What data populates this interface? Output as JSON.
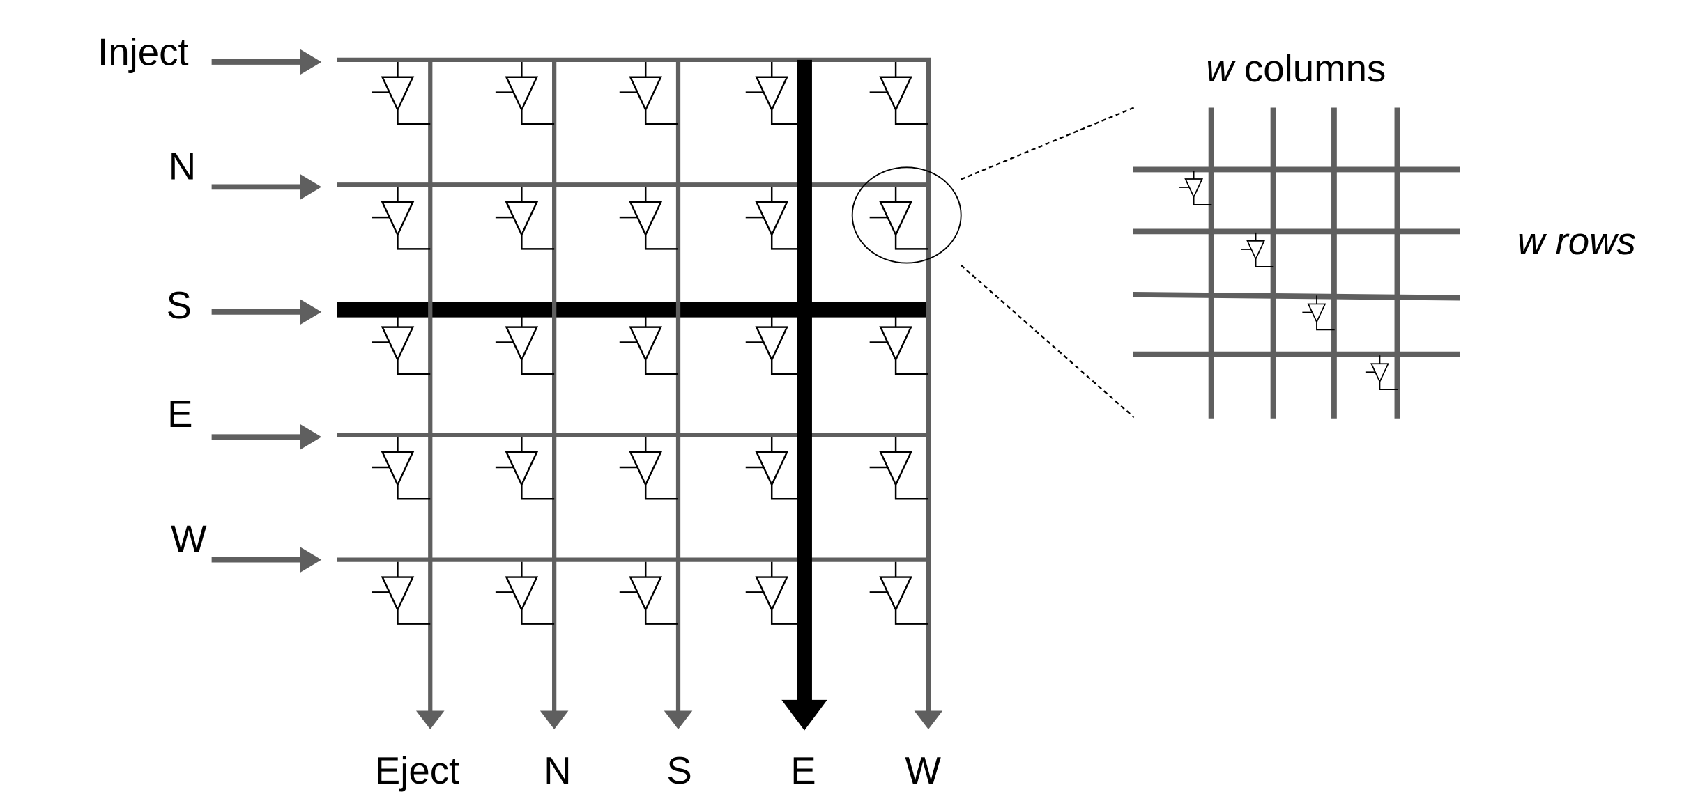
{
  "input_labels": [
    "Inject",
    "N",
    "S",
    "E",
    "W"
  ],
  "output_labels": [
    "Eject",
    "N",
    "S",
    "E",
    "W"
  ],
  "detail": {
    "columns_var": "w",
    "columns_word": "columns",
    "rows_label": "w rows"
  },
  "highlight": {
    "input": "S",
    "output": "E"
  },
  "colors": {
    "wire": "#5f5f5f",
    "highlight": "#000000",
    "switch": "#000000",
    "background": "#ffffff"
  }
}
